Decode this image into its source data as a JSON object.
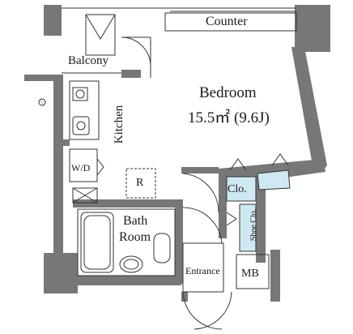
{
  "rooms": {
    "counter": "Counter",
    "balcony": "Balcony",
    "kitchen": "Kitchen",
    "bedroom": "Bedroom",
    "bedroom_area": "15.5㎡ (9.6J)",
    "washer": "W/D",
    "refrigerator": "R",
    "closet": "Clo.",
    "bath_line1": "Bath",
    "bath_line2": "Room",
    "shoe_closet": "Shoe Clo.",
    "entrance": "Entrance",
    "meter_box": "MB"
  },
  "colors": {
    "wall": "#777777",
    "line": "#333333",
    "closet_fill": "#cfe8f1"
  },
  "icons": [
    "north-arrow-icon"
  ]
}
